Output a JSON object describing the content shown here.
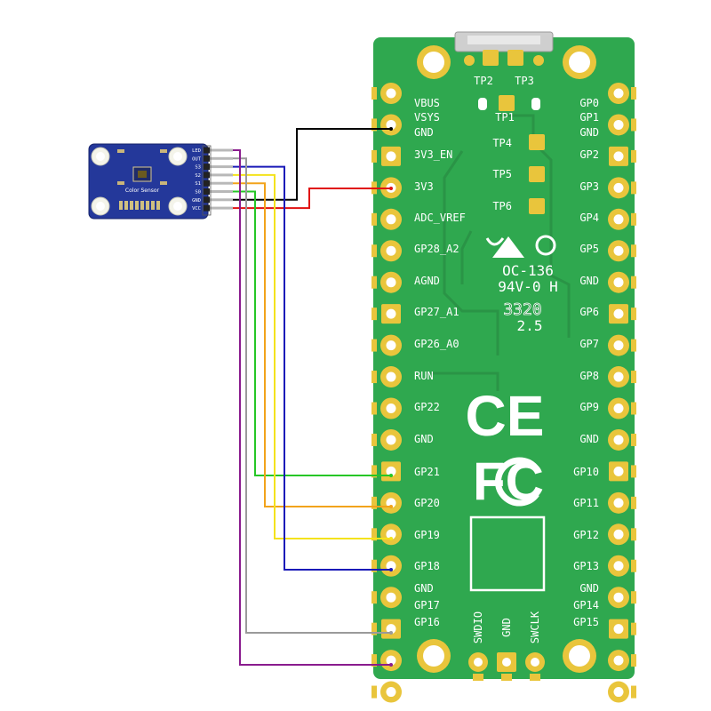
{
  "sensor": {
    "title": "Color Sensor",
    "pins": [
      "LED",
      "OUT",
      "S3",
      "S2",
      "S1",
      "S0",
      "GND",
      "VCC"
    ]
  },
  "pico": {
    "left_pins": [
      "VBUS",
      "VSYS",
      "GND",
      "3V3_EN",
      "3V3",
      "ADC_VREF",
      "GP28_A2",
      "AGND",
      "GP27_A1",
      "GP26_A0",
      "RUN",
      "GP22",
      "GND",
      "GP21",
      "GP20",
      "GP19",
      "GP18",
      "GND",
      "GP17",
      "GP16"
    ],
    "right_pins": [
      "GP0",
      "GP1",
      "GND",
      "GP2",
      "GP3",
      "GP4",
      "GP5",
      "GND",
      "GP6",
      "GP7",
      "GP8",
      "GP9",
      "GND",
      "GP10",
      "GP11",
      "GP12",
      "GP13",
      "GND",
      "GP14",
      "GP15"
    ],
    "test_points": [
      "TP2",
      "TP3",
      "TP1",
      "TP4",
      "TP5",
      "TP6"
    ],
    "bottom_pins": [
      "SWDIO",
      "GND",
      "SWCLK"
    ],
    "markings": [
      "OC-136",
      "94V-0 H",
      "3320",
      "2.5"
    ],
    "ce_mark": "CE",
    "fcc_mark": "FC"
  },
  "colors": {
    "board": "#2fa84f",
    "pad": "#e9c53c",
    "sensor_board": "#24389a",
    "wire_black": "#000000",
    "wire_red": "#e01010",
    "wire_green": "#26c626",
    "wire_orange": "#f2a31b",
    "wire_yellow": "#f4e21c",
    "wire_blue": "#1a1ab8",
    "wire_gray": "#9a9a9a",
    "wire_purple": "#8a1c8e"
  },
  "wiring": [
    {
      "sensor_pin": "GND",
      "pico_pin": "GND",
      "color": "black"
    },
    {
      "sensor_pin": "VCC",
      "pico_pin": "3V3",
      "color": "red"
    },
    {
      "sensor_pin": "S0",
      "pico_pin": "GP21",
      "color": "green"
    },
    {
      "sensor_pin": "S1",
      "pico_pin": "GP20",
      "color": "orange"
    },
    {
      "sensor_pin": "S2",
      "pico_pin": "GP19",
      "color": "yellow"
    },
    {
      "sensor_pin": "S3",
      "pico_pin": "GP18",
      "color": "blue"
    },
    {
      "sensor_pin": "OUT",
      "pico_pin": "GP16",
      "color": "gray"
    },
    {
      "sensor_pin": "LED",
      "pico_pin": "GP17",
      "color": "purple"
    }
  ]
}
